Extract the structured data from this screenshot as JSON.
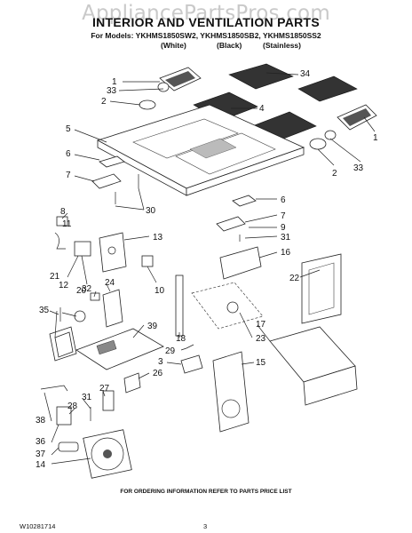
{
  "watermark": "AppliancePartsPros.com",
  "title": "INTERIOR AND VENTILATION PARTS",
  "models_line": "For Models: YKHMS1850SW2, YKHMS1850SB2, YKHMS1850SS2",
  "variants": [
    "(White)",
    "(Black)",
    "(Stainless)"
  ],
  "footer": "FOR ORDERING INFORMATION REFER TO PARTS PRICE LIST",
  "doc_number": "W10281714",
  "page_number": "3",
  "callouts": [
    "1",
    "33",
    "2",
    "34",
    "4",
    "5",
    "6",
    "7",
    "30",
    "1",
    "33",
    "2",
    "6",
    "7",
    "9",
    "31",
    "8",
    "11",
    "13",
    "21",
    "12",
    "20",
    "32",
    "24",
    "10",
    "16",
    "22",
    "35",
    "39",
    "17",
    "18",
    "29",
    "23",
    "3",
    "26",
    "15",
    "31",
    "27",
    "28",
    "38",
    "36",
    "37",
    "14"
  ]
}
